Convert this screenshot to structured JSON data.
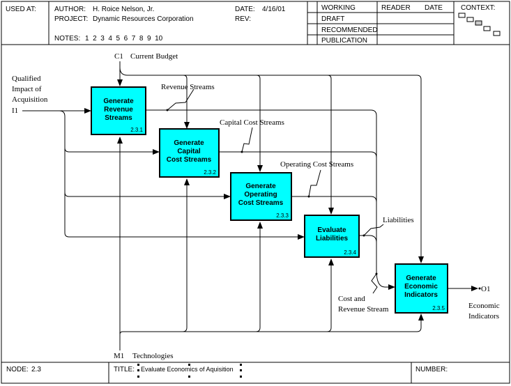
{
  "header": {
    "used_at_label": "USED AT:",
    "author_label": "AUTHOR:",
    "author_value": "H. Roice Nelson, Jr.",
    "project_label": "PROJECT:",
    "project_value": "Dynamic Resources Corporation",
    "date_label": "DATE:",
    "date_value": "4/16/01",
    "rev_label": "REV:",
    "notes_label": "NOTES:",
    "notes_numbers": "1  2  3  4  5  6  7  8  9  10",
    "status_items": [
      "WORKING",
      "DRAFT",
      "RECOMMENDED",
      "PUBLICATION"
    ],
    "reader_label": "READER",
    "reader_date_label": "DATE",
    "context_label": "CONTEXT:"
  },
  "diagram": {
    "boxes": [
      {
        "title_lines": [
          "Generate",
          "Revenue",
          "Streams"
        ],
        "number": "2.3.1"
      },
      {
        "title_lines": [
          "Generate",
          "Capital",
          "Cost Streams"
        ],
        "number": "2.3.2"
      },
      {
        "title_lines": [
          "Generate",
          "Operating",
          "Cost Streams"
        ],
        "number": "2.3.3"
      },
      {
        "title_lines": [
          "Evaluate",
          "Liabilities"
        ],
        "number": "2.3.4"
      },
      {
        "title_lines": [
          "Generate",
          "Economic",
          "Indicators"
        ],
        "number": "2.3.5"
      }
    ],
    "labels": {
      "control_code": "C1",
      "control_name": "Current Budget",
      "input_name_lines": [
        "Qualified",
        "Impact of",
        "Acquisition"
      ],
      "input_code": "I1",
      "revenue_streams": "Revenue Streams",
      "capital_cost_streams": "Capital Cost Streams",
      "operating_cost_streams": "Operating Cost Streams",
      "liabilities": "Liabilities",
      "cost_revenue_lines": [
        "Cost and",
        "Revenue Stream"
      ],
      "output_code": "O1",
      "output_name_lines": [
        "Economic",
        "Indicators"
      ],
      "mechanism_code": "M1",
      "mechanism_name": "Technologies"
    }
  },
  "footer": {
    "node_label": "NODE:",
    "node_value": "2.3",
    "title_label": "TITLE:",
    "title_value": "Evaluate Economics of Aquisition",
    "number_label": "NUMBER:"
  },
  "colors": {
    "box_fill": "#00ffff",
    "line": "#000000"
  }
}
